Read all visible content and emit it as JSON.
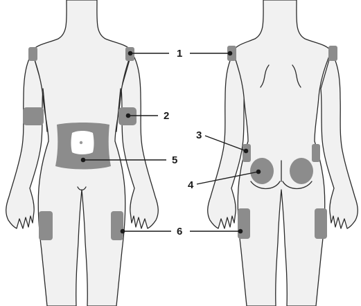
{
  "labels": {
    "site_1": "1",
    "site_2": "2",
    "site_3": "3",
    "site_4": "4",
    "site_5": "5",
    "site_6": "6"
  },
  "colors": {
    "skin": "#f1f1f1",
    "outline": "#2a2a2a",
    "injection_site": "#8c8c8c",
    "leader": "#1a1a1a"
  }
}
